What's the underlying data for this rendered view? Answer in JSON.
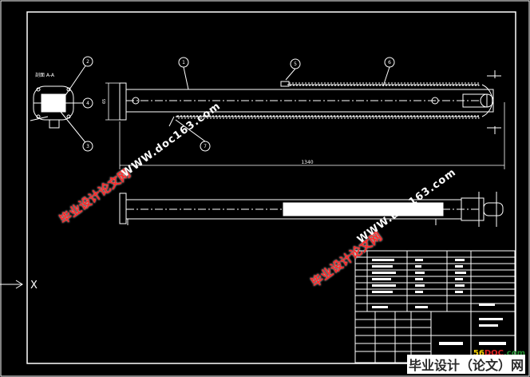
{
  "drawing": {
    "section_label": "剖面 A-A",
    "dimension_length": "1340",
    "dimension_small": "65",
    "callouts": [
      "2",
      "4",
      "3",
      "1",
      "5",
      "6",
      "7"
    ],
    "axis_label": "X"
  },
  "watermarks": {
    "red_text": "毕业设计论文网",
    "white_text": "WWW.doc163.com"
  },
  "logo": {
    "url_part1": "56",
    "url_part2": "DOC",
    "url_part3": ".com",
    "site_name": "毕业设计（论文）网"
  },
  "colors": {
    "background": "#000000",
    "lines": "#ffffff",
    "watermark_red": "#ff2a2a"
  }
}
